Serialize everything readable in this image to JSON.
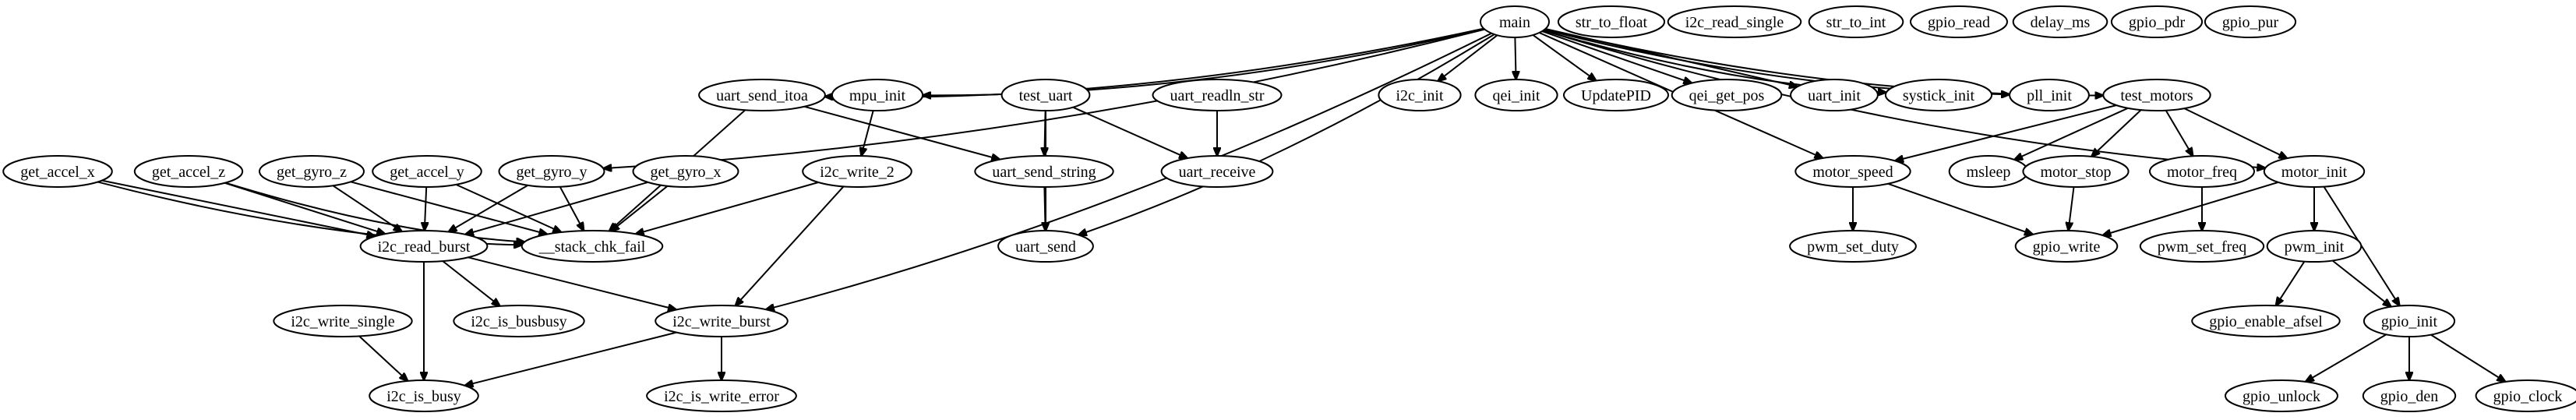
{
  "diagram": {
    "type": "call-graph",
    "nodes": [
      {
        "id": "main",
        "label": "main"
      },
      {
        "id": "str_to_float",
        "label": "str_to_float"
      },
      {
        "id": "i2c_read_single",
        "label": "i2c_read_single"
      },
      {
        "id": "str_to_int",
        "label": "str_to_int"
      },
      {
        "id": "gpio_read",
        "label": "gpio_read"
      },
      {
        "id": "delay_ms",
        "label": "delay_ms"
      },
      {
        "id": "gpio_pdr",
        "label": "gpio_pdr"
      },
      {
        "id": "gpio_pur",
        "label": "gpio_pur"
      },
      {
        "id": "uart_send_itoa",
        "label": "uart_send_itoa"
      },
      {
        "id": "mpu_init",
        "label": "mpu_init"
      },
      {
        "id": "test_uart",
        "label": "test_uart"
      },
      {
        "id": "uart_readln_str",
        "label": "uart_readln_str"
      },
      {
        "id": "i2c_init",
        "label": "i2c_init"
      },
      {
        "id": "qei_init",
        "label": "qei_init"
      },
      {
        "id": "UpdatePID",
        "label": "UpdatePID"
      },
      {
        "id": "qei_get_pos",
        "label": "qei_get_pos"
      },
      {
        "id": "uart_init",
        "label": "uart_init"
      },
      {
        "id": "systick_init",
        "label": "systick_init"
      },
      {
        "id": "pll_init",
        "label": "pll_init"
      },
      {
        "id": "test_motors",
        "label": "test_motors"
      },
      {
        "id": "get_accel_x",
        "label": "get_accel_x"
      },
      {
        "id": "get_accel_z",
        "label": "get_accel_z"
      },
      {
        "id": "get_gyro_z",
        "label": "get_gyro_z"
      },
      {
        "id": "get_accel_y",
        "label": "get_accel_y"
      },
      {
        "id": "get_gyro_y",
        "label": "get_gyro_y"
      },
      {
        "id": "get_gyro_x",
        "label": "get_gyro_x"
      },
      {
        "id": "i2c_write_2",
        "label": "i2c_write_2"
      },
      {
        "id": "uart_send_string",
        "label": "uart_send_string"
      },
      {
        "id": "uart_receive",
        "label": "uart_receive"
      },
      {
        "id": "motor_speed",
        "label": "motor_speed"
      },
      {
        "id": "msleep",
        "label": "msleep"
      },
      {
        "id": "motor_stop",
        "label": "motor_stop"
      },
      {
        "id": "motor_freq",
        "label": "motor_freq"
      },
      {
        "id": "motor_init",
        "label": "motor_init"
      },
      {
        "id": "i2c_read_burst",
        "label": "i2c_read_burst"
      },
      {
        "id": "stack_chk_fail",
        "label": "__stack_chk_fail"
      },
      {
        "id": "uart_send",
        "label": "uart_send"
      },
      {
        "id": "pwm_set_duty",
        "label": "pwm_set_duty"
      },
      {
        "id": "gpio_write",
        "label": "gpio_write"
      },
      {
        "id": "pwm_set_freq",
        "label": "pwm_set_freq"
      },
      {
        "id": "pwm_init",
        "label": "pwm_init"
      },
      {
        "id": "i2c_write_single",
        "label": "i2c_write_single"
      },
      {
        "id": "i2c_is_busbusy",
        "label": "i2c_is_busbusy"
      },
      {
        "id": "i2c_write_burst",
        "label": "i2c_write_burst"
      },
      {
        "id": "gpio_enable_afsel",
        "label": "gpio_enable_afsel"
      },
      {
        "id": "gpio_init",
        "label": "gpio_init"
      },
      {
        "id": "i2c_is_busy",
        "label": "i2c_is_busy"
      },
      {
        "id": "i2c_is_write_error",
        "label": "i2c_is_write_error"
      },
      {
        "id": "gpio_unlock",
        "label": "gpio_unlock"
      },
      {
        "id": "gpio_den",
        "label": "gpio_den"
      },
      {
        "id": "gpio_clock",
        "label": "gpio_clock"
      }
    ],
    "edges": [
      {
        "from": "main",
        "to": "uart_send_itoa"
      },
      {
        "from": "main",
        "to": "mpu_init"
      },
      {
        "from": "main",
        "to": "get_gyro_y"
      },
      {
        "from": "main",
        "to": "uart_send"
      },
      {
        "from": "main",
        "to": "i2c_write_burst"
      },
      {
        "from": "main",
        "to": "i2c_init"
      },
      {
        "from": "main",
        "to": "qei_init"
      },
      {
        "from": "main",
        "to": "UpdatePID"
      },
      {
        "from": "main",
        "to": "qei_get_pos"
      },
      {
        "from": "main",
        "to": "uart_init"
      },
      {
        "from": "main",
        "to": "systick_init"
      },
      {
        "from": "main",
        "to": "pll_init"
      },
      {
        "from": "main",
        "to": "test_motors"
      },
      {
        "from": "main",
        "to": "motor_init"
      },
      {
        "from": "main",
        "to": "motor_speed"
      },
      {
        "from": "uart_send_itoa",
        "to": "uart_send_string"
      },
      {
        "from": "uart_send_itoa",
        "to": "stack_chk_fail"
      },
      {
        "from": "mpu_init",
        "to": "i2c_write_2"
      },
      {
        "from": "test_uart",
        "to": "uart_send_string"
      },
      {
        "from": "test_uart",
        "to": "uart_receive"
      },
      {
        "from": "test_uart",
        "to": "uart_send"
      },
      {
        "from": "uart_readln_str",
        "to": "uart_receive"
      },
      {
        "from": "uart_send_string",
        "to": "uart_send"
      },
      {
        "from": "i2c_write_2",
        "to": "stack_chk_fail"
      },
      {
        "from": "i2c_write_2",
        "to": "i2c_write_burst"
      },
      {
        "from": "get_accel_x",
        "to": "i2c_read_burst"
      },
      {
        "from": "get_accel_x",
        "to": "stack_chk_fail"
      },
      {
        "from": "get_accel_z",
        "to": "i2c_read_burst"
      },
      {
        "from": "get_accel_z",
        "to": "stack_chk_fail"
      },
      {
        "from": "get_gyro_z",
        "to": "i2c_read_burst"
      },
      {
        "from": "get_gyro_z",
        "to": "stack_chk_fail"
      },
      {
        "from": "get_accel_y",
        "to": "i2c_read_burst"
      },
      {
        "from": "get_accel_y",
        "to": "stack_chk_fail"
      },
      {
        "from": "get_gyro_y",
        "to": "i2c_read_burst"
      },
      {
        "from": "get_gyro_y",
        "to": "stack_chk_fail"
      },
      {
        "from": "get_gyro_x",
        "to": "i2c_read_burst"
      },
      {
        "from": "get_gyro_x",
        "to": "stack_chk_fail"
      },
      {
        "from": "i2c_read_burst",
        "to": "i2c_is_busbusy"
      },
      {
        "from": "i2c_read_burst",
        "to": "i2c_write_burst"
      },
      {
        "from": "i2c_read_burst",
        "to": "i2c_is_busy"
      },
      {
        "from": "i2c_write_single",
        "to": "i2c_is_busy"
      },
      {
        "from": "i2c_write_burst",
        "to": "i2c_is_busy"
      },
      {
        "from": "i2c_write_burst",
        "to": "i2c_is_write_error"
      },
      {
        "from": "test_motors",
        "to": "motor_speed"
      },
      {
        "from": "test_motors",
        "to": "msleep"
      },
      {
        "from": "test_motors",
        "to": "motor_stop"
      },
      {
        "from": "test_motors",
        "to": "motor_freq"
      },
      {
        "from": "test_motors",
        "to": "motor_init"
      },
      {
        "from": "motor_speed",
        "to": "pwm_set_duty"
      },
      {
        "from": "motor_speed",
        "to": "gpio_write"
      },
      {
        "from": "motor_stop",
        "to": "gpio_write"
      },
      {
        "from": "motor_freq",
        "to": "pwm_set_freq"
      },
      {
        "from": "motor_init",
        "to": "gpio_write"
      },
      {
        "from": "motor_init",
        "to": "pwm_init"
      },
      {
        "from": "motor_init",
        "to": "gpio_init"
      },
      {
        "from": "pwm_init",
        "to": "gpio_enable_afsel"
      },
      {
        "from": "pwm_init",
        "to": "gpio_init"
      },
      {
        "from": "gpio_init",
        "to": "gpio_unlock"
      },
      {
        "from": "gpio_init",
        "to": "gpio_den"
      },
      {
        "from": "gpio_init",
        "to": "gpio_clock"
      }
    ]
  }
}
